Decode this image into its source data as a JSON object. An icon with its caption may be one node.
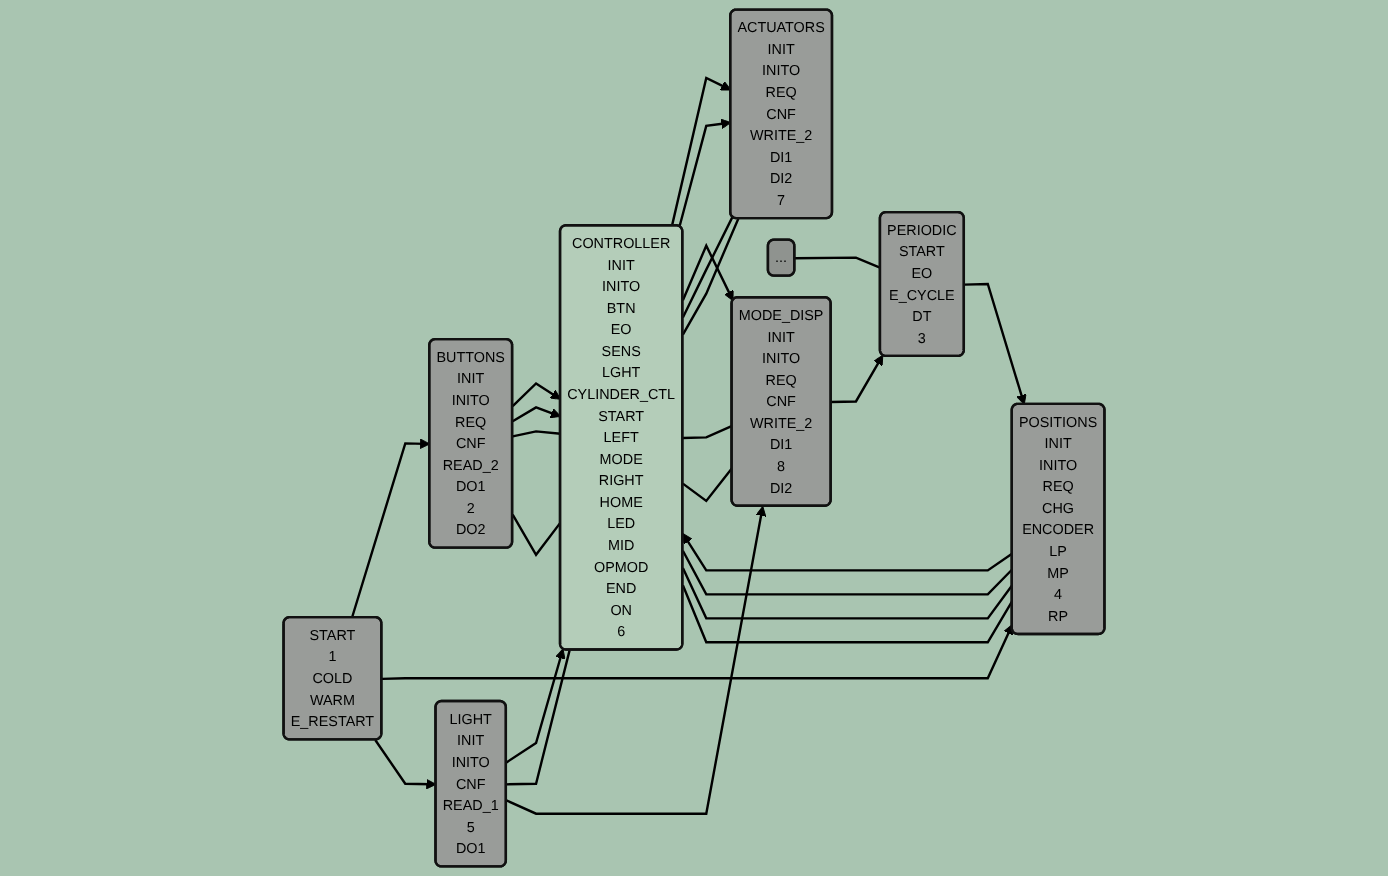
{
  "diagram": {
    "nodes": [
      {
        "text": [
          "START",
          "1",
          "COLD",
          "WARM",
          "E_RESTART"
        ]
      },
      {
        "text": [
          "BUTTONS",
          "INIT",
          "INITO",
          "REQ",
          "CNF",
          "READ_2",
          "DO1",
          "2",
          "DO2"
        ]
      },
      {
        "text": [
          "CONTROLLER",
          "INIT",
          "INITO",
          "BTN",
          "EO",
          "SENS",
          "LGHT",
          "CYLINDER_CTL",
          "START",
          "LEFT",
          "MODE",
          "RIGHT",
          "HOME",
          "LED",
          "MID",
          "OPMOD",
          "END",
          "ON",
          "6"
        ]
      },
      {
        "text": [
          "ACTUATORS",
          "INIT",
          "INITO",
          "REQ",
          "CNF",
          "WRITE_2",
          "DI1",
          "DI2",
          "7"
        ]
      },
      {
        "text": [
          "PERIODIC",
          "START",
          "EO",
          "E_CYCLE",
          "DT",
          "3"
        ]
      },
      {
        "text": [
          "..."
        ]
      },
      {
        "text": [
          "POSITIONS",
          "INIT",
          "INITO",
          "REQ",
          "CHG",
          "ENCODER",
          "LP",
          "MP",
          "4",
          "RP"
        ]
      },
      {
        "text": [
          "MODE_DISP",
          "INIT",
          "INITO",
          "REQ",
          "CNF",
          "WRITE_2",
          "DI1",
          "8",
          "DI2"
        ]
      },
      {
        "text": [
          "LIGHT",
          "INIT",
          "INITO",
          "CNF",
          "READ_1",
          "5",
          "DO1"
        ]
      }
    ],
    "edges": [
      {
        "from": 0,
        "to": 1,
        "arrow": "to"
      },
      {
        "from": 0,
        "to": 6,
        "arrow": "to"
      },
      {
        "from": 0,
        "to": 8,
        "arrow": "to"
      },
      {
        "from": 1,
        "to": 2,
        "arrow": "to"
      },
      {
        "from": 1,
        "to": 2,
        "arrow": "to"
      },
      {
        "from": 6,
        "to": 2,
        "arrow": "to"
      },
      {
        "from": 8,
        "to": 2,
        "arrow": "to"
      },
      {
        "from": 4,
        "to": 6,
        "arrow": "to"
      },
      {
        "from": 1,
        "to": 2,
        "arrow": "none"
      },
      {
        "from": 1,
        "to": 2,
        "arrow": "none"
      },
      {
        "from": 6,
        "to": 2,
        "arrow": "none"
      },
      {
        "from": 6,
        "to": 2,
        "arrow": "none"
      },
      {
        "from": 6,
        "to": 2,
        "arrow": "none"
      },
      {
        "from": 8,
        "to": 2,
        "arrow": "none"
      },
      {
        "from": 2,
        "to": 3,
        "arrow": "to"
      },
      {
        "from": 2,
        "to": 3,
        "arrow": "to"
      },
      {
        "from": 2,
        "to": 7,
        "arrow": "to"
      },
      {
        "from": 2,
        "to": 3,
        "arrow": "none"
      },
      {
        "from": 2,
        "to": 3,
        "arrow": "none"
      },
      {
        "from": 2,
        "to": 7,
        "arrow": "none"
      },
      {
        "from": 2,
        "to": 7,
        "arrow": "none"
      },
      {
        "from": 8,
        "to": 7,
        "arrow": "to"
      },
      {
        "from": 7,
        "to": 4,
        "arrow": "to"
      },
      {
        "from": 5,
        "to": 4,
        "arrow": "none"
      }
    ]
  }
}
